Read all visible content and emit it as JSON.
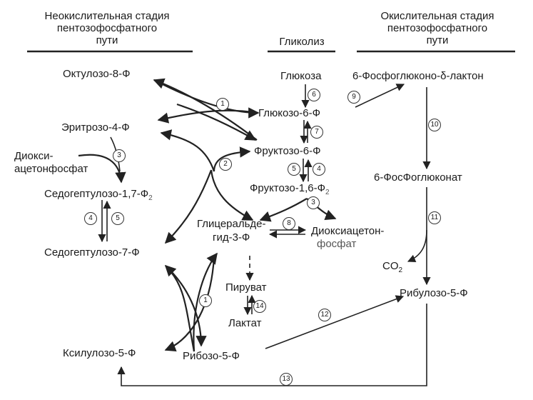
{
  "headers": {
    "nonoxidative": [
      "Неокислительная стадия",
      "пентозофосфатного",
      "пути"
    ],
    "glycolysis": "Гликолиз",
    "oxidative": [
      "Окислительная стадия",
      "пентозофосфатного",
      "пути"
    ]
  },
  "metabolites": {
    "octulose": "Октулозо-8-Ф",
    "glucose": "Глюкоза",
    "phosphogluconolactone": "6-Фосфоглюконо-δ-лактон",
    "glucose6p": "Глюкозо-6-Ф",
    "erythrose": "Эритрозо-4-Ф",
    "fructose6p": "Фруктозо-6-Ф",
    "dhap_left_1": "Диокси-",
    "dhap_left_2": "ацетонфосфат",
    "phosphogluconate": "6-ФосФоглюконат",
    "sedoheptulose17": "Седогептулозо-1,7-Ф",
    "sedoheptulose17_sub": "2",
    "fructose16": "Фруктозо-1,6-Ф",
    "fructose16_sub": "2",
    "gap_1": "Глицеральде-",
    "gap_2": "гид-3-Ф",
    "dhap_right_1": "Диоксиацетон-",
    "dhap_right_2": "фосфат",
    "sedoheptulose7": "Седогептулозо-7-Ф",
    "co2": "CO",
    "co2_sub": "2",
    "pyruvate": "Пируват",
    "ribulose": "Рибулозо-5-Ф",
    "lactate": "Лактат",
    "xylulose": "Ксилулозо-5-Ф",
    "ribose": "Рибозо-5-Ф"
  },
  "enzymes": {
    "e1_top": "1",
    "e2": "2",
    "e3_left": "3",
    "e4_left": "4",
    "e5_left": "5",
    "e6": "6",
    "e7": "7",
    "e5_mid": "5",
    "e4_mid": "4",
    "e3_mid": "3",
    "e8": "8",
    "e9": "9",
    "e10": "10",
    "e11": "11",
    "e1_bottom": "1",
    "e14": "14",
    "e12": "12",
    "e13": "13"
  }
}
